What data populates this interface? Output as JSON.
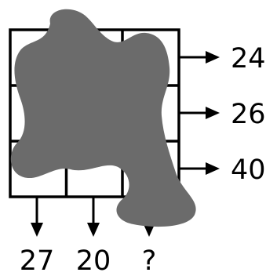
{
  "puzzle": {
    "row_sums": [
      "24",
      "26",
      "40"
    ],
    "column_sums": [
      "27",
      "20",
      "?"
    ],
    "grid": {
      "rows": 3,
      "columns": 3
    },
    "colors": {
      "grid_lines": "#000000",
      "blob_fill": "#6b6b6b",
      "arrows": "#000000",
      "text": "#000000"
    }
  }
}
